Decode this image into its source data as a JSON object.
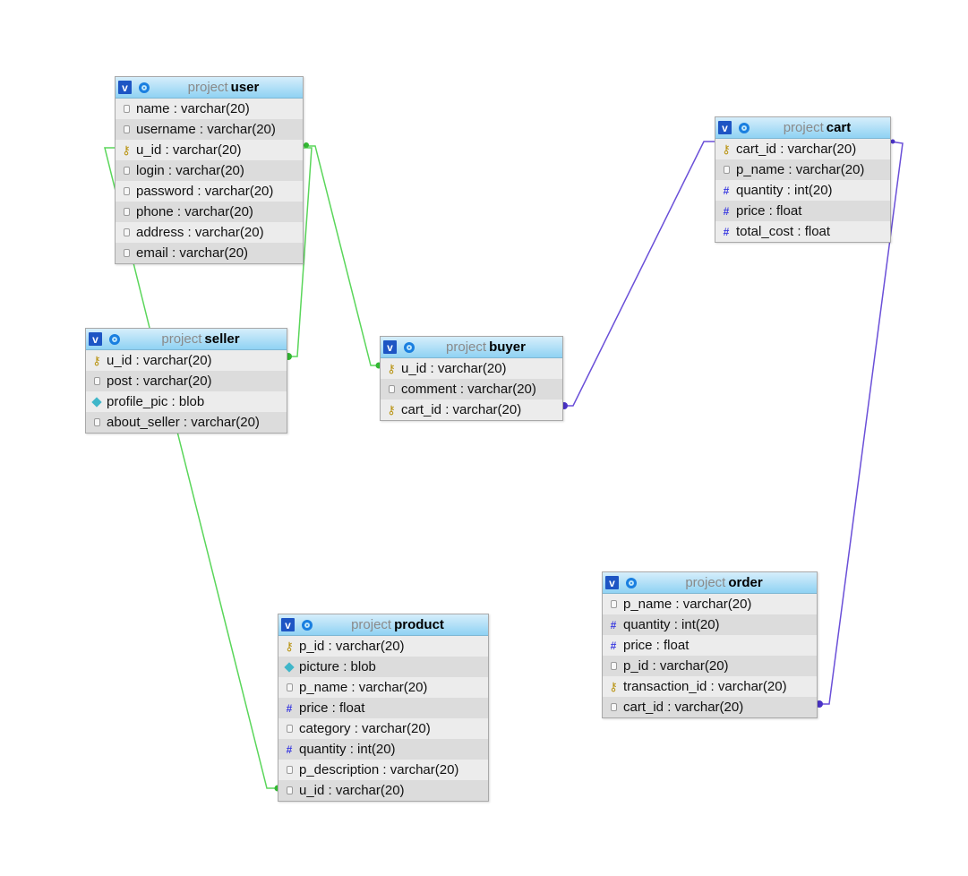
{
  "relation_colors": {
    "user_links": "#5ad65a",
    "cart_links": "#6a4fd8"
  },
  "tables": {
    "user": {
      "prefix": "project",
      "name": "user",
      "columns": [
        {
          "label": "name : varchar(20)",
          "icon": "text-field-icon"
        },
        {
          "label": "username : varchar(20)",
          "icon": "text-field-icon"
        },
        {
          "label": "u_id : varchar(20)",
          "icon": "key-icon"
        },
        {
          "label": "login : varchar(20)",
          "icon": "text-field-icon"
        },
        {
          "label": "password : varchar(20)",
          "icon": "text-field-icon"
        },
        {
          "label": "phone : varchar(20)",
          "icon": "text-field-icon"
        },
        {
          "label": "address : varchar(20)",
          "icon": "text-field-icon"
        },
        {
          "label": "email : varchar(20)",
          "icon": "text-field-icon"
        }
      ]
    },
    "seller": {
      "prefix": "project",
      "name": "seller",
      "columns": [
        {
          "label": "u_id : varchar(20)",
          "icon": "key-icon"
        },
        {
          "label": "post : varchar(20)",
          "icon": "text-field-icon"
        },
        {
          "label": "profile_pic : blob",
          "icon": "blob-icon"
        },
        {
          "label": "about_seller : varchar(20)",
          "icon": "text-field-icon"
        }
      ]
    },
    "buyer": {
      "prefix": "project",
      "name": "buyer",
      "columns": [
        {
          "label": "u_id : varchar(20)",
          "icon": "key-icon"
        },
        {
          "label": "comment : varchar(20)",
          "icon": "text-field-icon"
        },
        {
          "label": "cart_id : varchar(20)",
          "icon": "key-icon"
        }
      ]
    },
    "cart": {
      "prefix": "project",
      "name": "cart",
      "columns": [
        {
          "label": "cart_id : varchar(20)",
          "icon": "key-icon"
        },
        {
          "label": "p_name : varchar(20)",
          "icon": "text-field-icon"
        },
        {
          "label": "quantity : int(20)",
          "icon": "number-icon"
        },
        {
          "label": "price : float",
          "icon": "number-icon"
        },
        {
          "label": "total_cost : float",
          "icon": "number-icon"
        }
      ]
    },
    "order": {
      "prefix": "project",
      "name": "order",
      "columns": [
        {
          "label": "p_name : varchar(20)",
          "icon": "text-field-icon"
        },
        {
          "label": "quantity : int(20)",
          "icon": "number-icon"
        },
        {
          "label": "price : float",
          "icon": "number-icon"
        },
        {
          "label": "p_id : varchar(20)",
          "icon": "text-field-icon"
        },
        {
          "label": "transaction_id : varchar(20)",
          "icon": "key-icon"
        },
        {
          "label": "cart_id : varchar(20)",
          "icon": "text-field-icon"
        }
      ]
    },
    "product": {
      "prefix": "project",
      "name": "product",
      "columns": [
        {
          "label": "p_id : varchar(20)",
          "icon": "key-icon"
        },
        {
          "label": "picture : blob",
          "icon": "blob-icon"
        },
        {
          "label": "p_name : varchar(20)",
          "icon": "text-field-icon"
        },
        {
          "label": "price : float",
          "icon": "number-icon"
        },
        {
          "label": "category : varchar(20)",
          "icon": "text-field-icon"
        },
        {
          "label": "quantity : int(20)",
          "icon": "number-icon"
        },
        {
          "label": "p_description : varchar(20)",
          "icon": "text-field-icon"
        },
        {
          "label": "u_id : varchar(20)",
          "icon": "text-field-icon"
        }
      ]
    }
  }
}
